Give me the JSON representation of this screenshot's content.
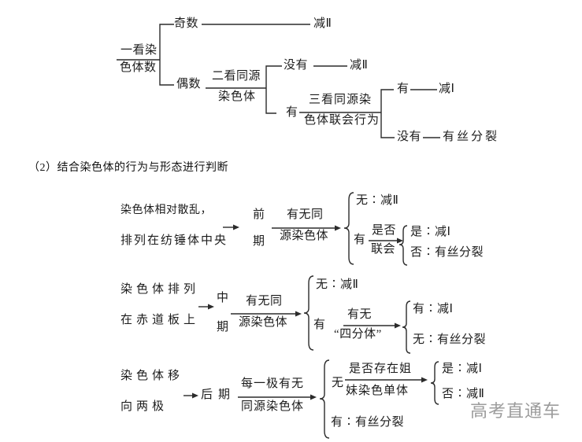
{
  "part1": {
    "root_line1": "一看染",
    "root_line2": "色体数",
    "odd": "奇数",
    "odd_result": "减Ⅱ",
    "even": "偶数",
    "check2_line1": "二看同源",
    "check2_line2": "染色体",
    "no_homolog": "没有",
    "no_homolog_result": "减Ⅱ",
    "has_homolog": "有",
    "check3_line1": "三看同源染",
    "check3_line2": "色体联会行为",
    "pair_yes": "有",
    "pair_yes_result": "减Ⅰ",
    "pair_no": "没有",
    "pair_no_result": "有丝分裂"
  },
  "section2": {
    "title": "（2）结合染色体的行为与形态进行判断"
  },
  "row1": {
    "desc_line1": "染色体相对散乱，",
    "desc_line2": "排列在纺锤体中央",
    "phase_char1": "前",
    "phase_char2": "期",
    "check_line1": "有无同",
    "check_line2": "源染色体",
    "no_result": "无∶减Ⅱ",
    "yes": "有",
    "subcheck_line1": "是否",
    "subcheck_line2": "联会",
    "sub_yes_result": "是∶减Ⅰ",
    "sub_no_result": "否∶有丝分裂"
  },
  "row2": {
    "desc_line1": "染色体排列",
    "desc_line2": "在赤道板上",
    "phase_char1": "中",
    "phase_char2": "期",
    "check_line1": "有无同",
    "check_line2": "源染色体",
    "no_result": "无∶减Ⅱ",
    "yes": "有",
    "subcheck_line1": "有无",
    "subcheck_line2": "“四分体”",
    "sub_yes_result": "有∶减Ⅰ",
    "sub_no_result": "无∶有丝分裂"
  },
  "row3": {
    "desc_line1": "染色体移",
    "desc_line2": "向两极",
    "phase": "后期",
    "check_line1": "每一极有无",
    "check_line2": "同源染色体",
    "no": "无",
    "subcheck_line1": "是否存在姐",
    "subcheck_line2": "妹染色单体",
    "sub_yes_result": "是∶减Ⅰ",
    "sub_no_result": "否∶减Ⅱ",
    "yes_result": "有∶有丝分裂"
  },
  "watermark": "高考直通车",
  "colors": {
    "text": "#1c1c1c",
    "line": "#2b2b2b",
    "watermark": "#9c9c9c",
    "background": "#ffffff"
  }
}
